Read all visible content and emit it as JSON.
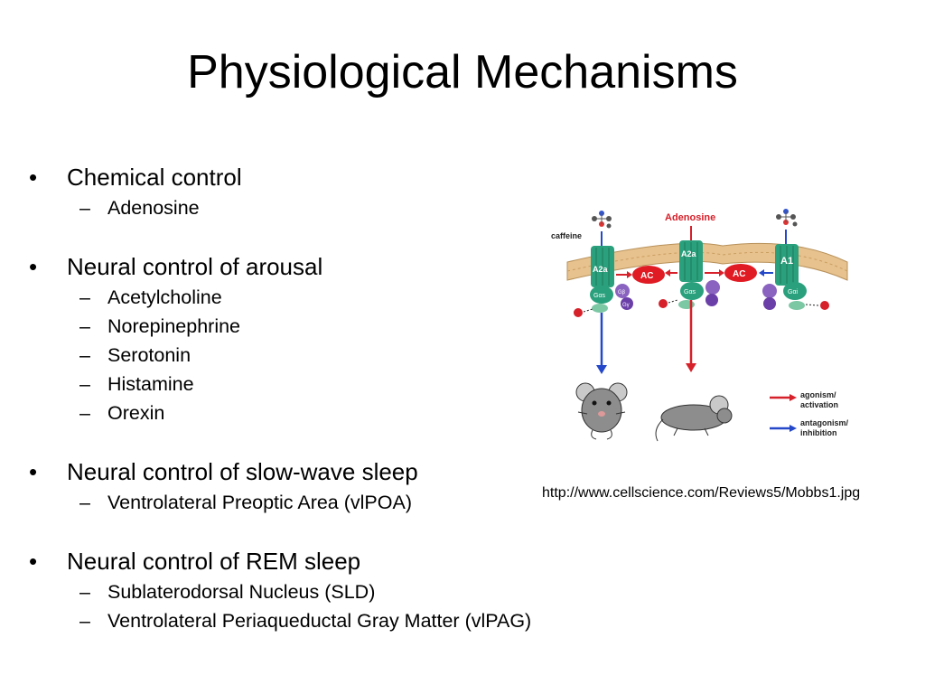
{
  "slide": {
    "title": "Physiological Mechanisms",
    "bullet_char": "•",
    "dash_char": "–",
    "sections": [
      {
        "label": "Chemical control",
        "items": [
          "Adenosine"
        ]
      },
      {
        "label": "Neural control of arousal",
        "items": [
          "Acetylcholine",
          "Norepinephrine",
          "Serotonin",
          "Histamine",
          "Orexin"
        ]
      },
      {
        "label": "Neural control of slow-wave sleep",
        "items": [
          "Ventrolateral Preoptic Area (vlPOA)"
        ]
      },
      {
        "label": "Neural control of REM sleep",
        "items": [
          "Sublaterodorsal Nucleus (SLD)",
          "Ventrolateral Periaqueductal Gray Matter (vlPAG)"
        ]
      }
    ]
  },
  "figure": {
    "labels": {
      "caffeine": "caffeine",
      "adenosine": "Adenosine",
      "receptor_a2a_1": "A2a",
      "receptor_a2a_2": "A2a",
      "receptor_a1": "A1",
      "ac_1": "AC",
      "ac_2": "AC",
      "g_alpha_s_1": "Gαs",
      "g_alpha_s_2": "Gαs",
      "g_alpha_i": "Gαi",
      "g_beta": "Gβ",
      "g_gamma": "Gγ",
      "legend_agonism_1": "agonism/",
      "legend_agonism_2": "activation",
      "legend_antagonism_1": "antagonism/",
      "legend_antagonism_2": "inhibition"
    },
    "caption": "http://www.cellscience.com/Reviews5/Mobbs1.jpg"
  },
  "colors": {
    "activation": "#d6202a",
    "inhibition": "#2548c9",
    "membrane": "#e7c28e",
    "receptor": "#2aa07c",
    "ac": "#e01b23",
    "g_protein": "#8a63c0"
  }
}
